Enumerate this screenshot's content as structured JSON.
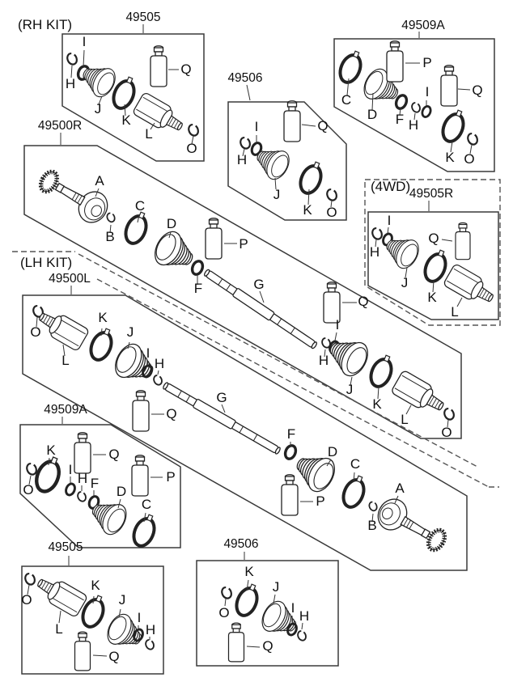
{
  "diagram": {
    "type": "exploded-parts-diagram",
    "subject": "drive shaft / CV joint kits"
  },
  "kits": {
    "rh": "(RH KIT)",
    "lh": "(LH KIT)",
    "awd": "(4WD)"
  },
  "colors": {
    "line": "#222222",
    "text": "#111111",
    "background": "#ffffff"
  },
  "regions": {
    "box_49505_top": {
      "part_number": "49505",
      "parts": [
        "H",
        "I",
        "J",
        "K",
        "L",
        "Q",
        "O"
      ]
    },
    "box_49509a_top": {
      "part_number": "49509A",
      "parts": [
        "C",
        "D",
        "F",
        "H",
        "I",
        "P",
        "Q",
        "K",
        "O"
      ]
    },
    "box_49506_top": {
      "part_number": "49506",
      "parts": [
        "H",
        "I",
        "J",
        "K",
        "Q",
        "O"
      ]
    },
    "shaft_rh": {
      "part_number": "49500R",
      "parts": [
        "A",
        "B",
        "C",
        "D",
        "F",
        "P",
        "G",
        "Q",
        "I",
        "H",
        "J",
        "K",
        "L",
        "O"
      ]
    },
    "box_4wd": {
      "part_number": "49505R",
      "parts": [
        "H",
        "I",
        "J",
        "K",
        "Q",
        "L"
      ]
    },
    "shaft_lh": {
      "part_number": "49500L",
      "parts": [
        "O",
        "L",
        "K",
        "J",
        "I",
        "H",
        "G",
        "F",
        "Q",
        "D",
        "C",
        "P",
        "A",
        "B"
      ]
    },
    "box_49509a_bottom": {
      "part_number": "49509A",
      "parts": [
        "K",
        "O",
        "I",
        "H",
        "F",
        "Q",
        "P",
        "D",
        "C"
      ]
    },
    "box_49505_bottom": {
      "part_number": "49505",
      "parts": [
        "O",
        "L",
        "K",
        "J",
        "I",
        "H",
        "Q"
      ]
    },
    "box_49506_bottom": {
      "part_number": "49506",
      "parts": [
        "K",
        "O",
        "J",
        "I",
        "H",
        "Q"
      ]
    }
  }
}
